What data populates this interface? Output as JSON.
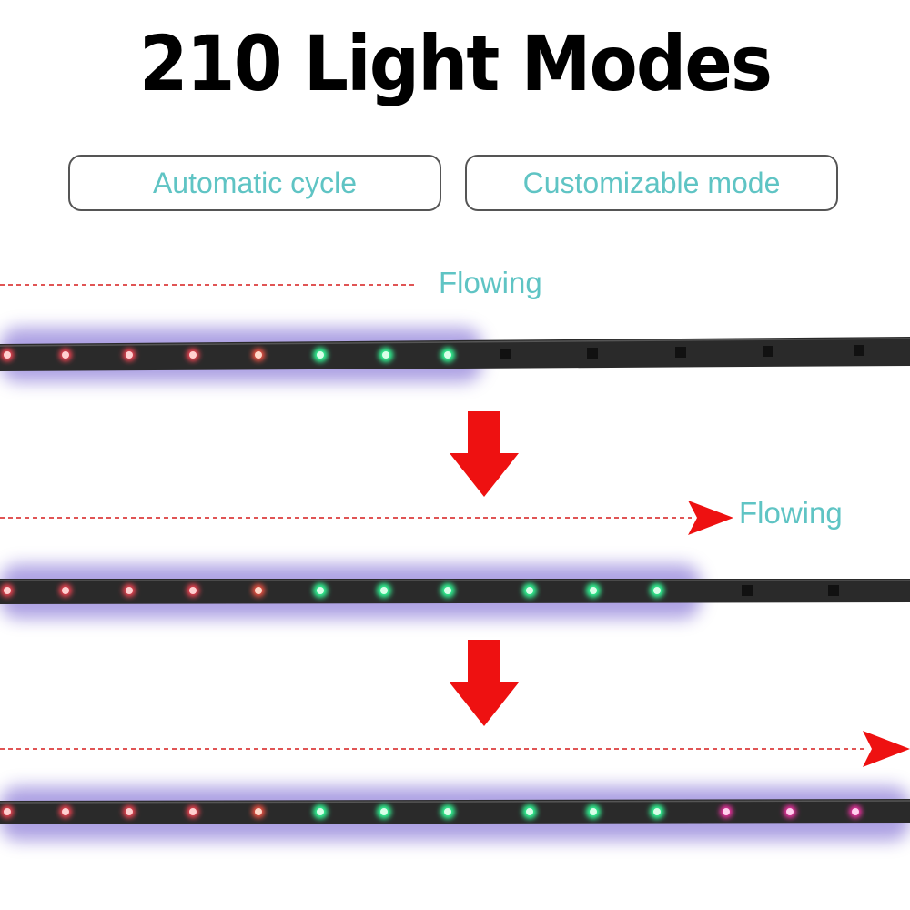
{
  "title": "210  Light Modes",
  "modes": {
    "automatic": "Automatic cycle",
    "customizable": "Customizable mode"
  },
  "flow_labels": [
    "Flowing",
    "Flowing"
  ],
  "colors": {
    "label_teal": "#5fc4c4",
    "arrow_red": "#ee1111",
    "led_red": "#ff4455",
    "led_green": "#33ff99",
    "led_pink": "#ff33aa",
    "strip_dark": "#2a2a2a"
  },
  "icons": [
    "arrow-down-icon",
    "arrow-right-icon"
  ]
}
